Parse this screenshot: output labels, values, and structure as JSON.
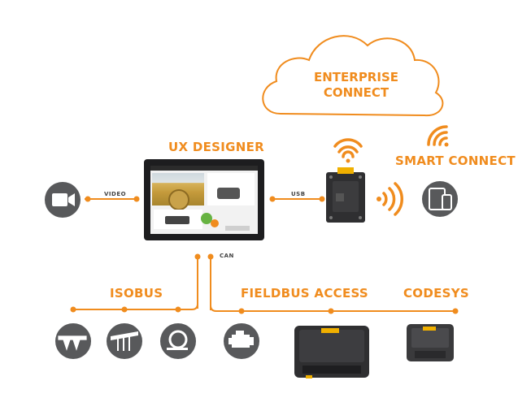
{
  "labels": {
    "enterprise_connect": "ENTERPRISE\nCONNECT",
    "ux_designer": "UX DESIGNER",
    "smart_connect": "SMART CONNECT",
    "isobus": "ISOBUS",
    "fieldbus_access": "FIELDBUS ACCESS",
    "codesys": "CODESYS",
    "video": "VIDEO",
    "usb": "USB",
    "can": "CAN"
  },
  "colors": {
    "accent": "#f08c1e",
    "icon_bg": "#58595b",
    "device_dark": "#2f2f31"
  },
  "icons": {
    "video": "video-camera-icon",
    "smart": "tablet-phone-icon",
    "wifi_top": "wifi-icon",
    "isobus_1": "plough-icon",
    "isobus_2": "seeder-icon",
    "isobus_3": "baler-icon",
    "fieldbus": "engine-icon"
  }
}
